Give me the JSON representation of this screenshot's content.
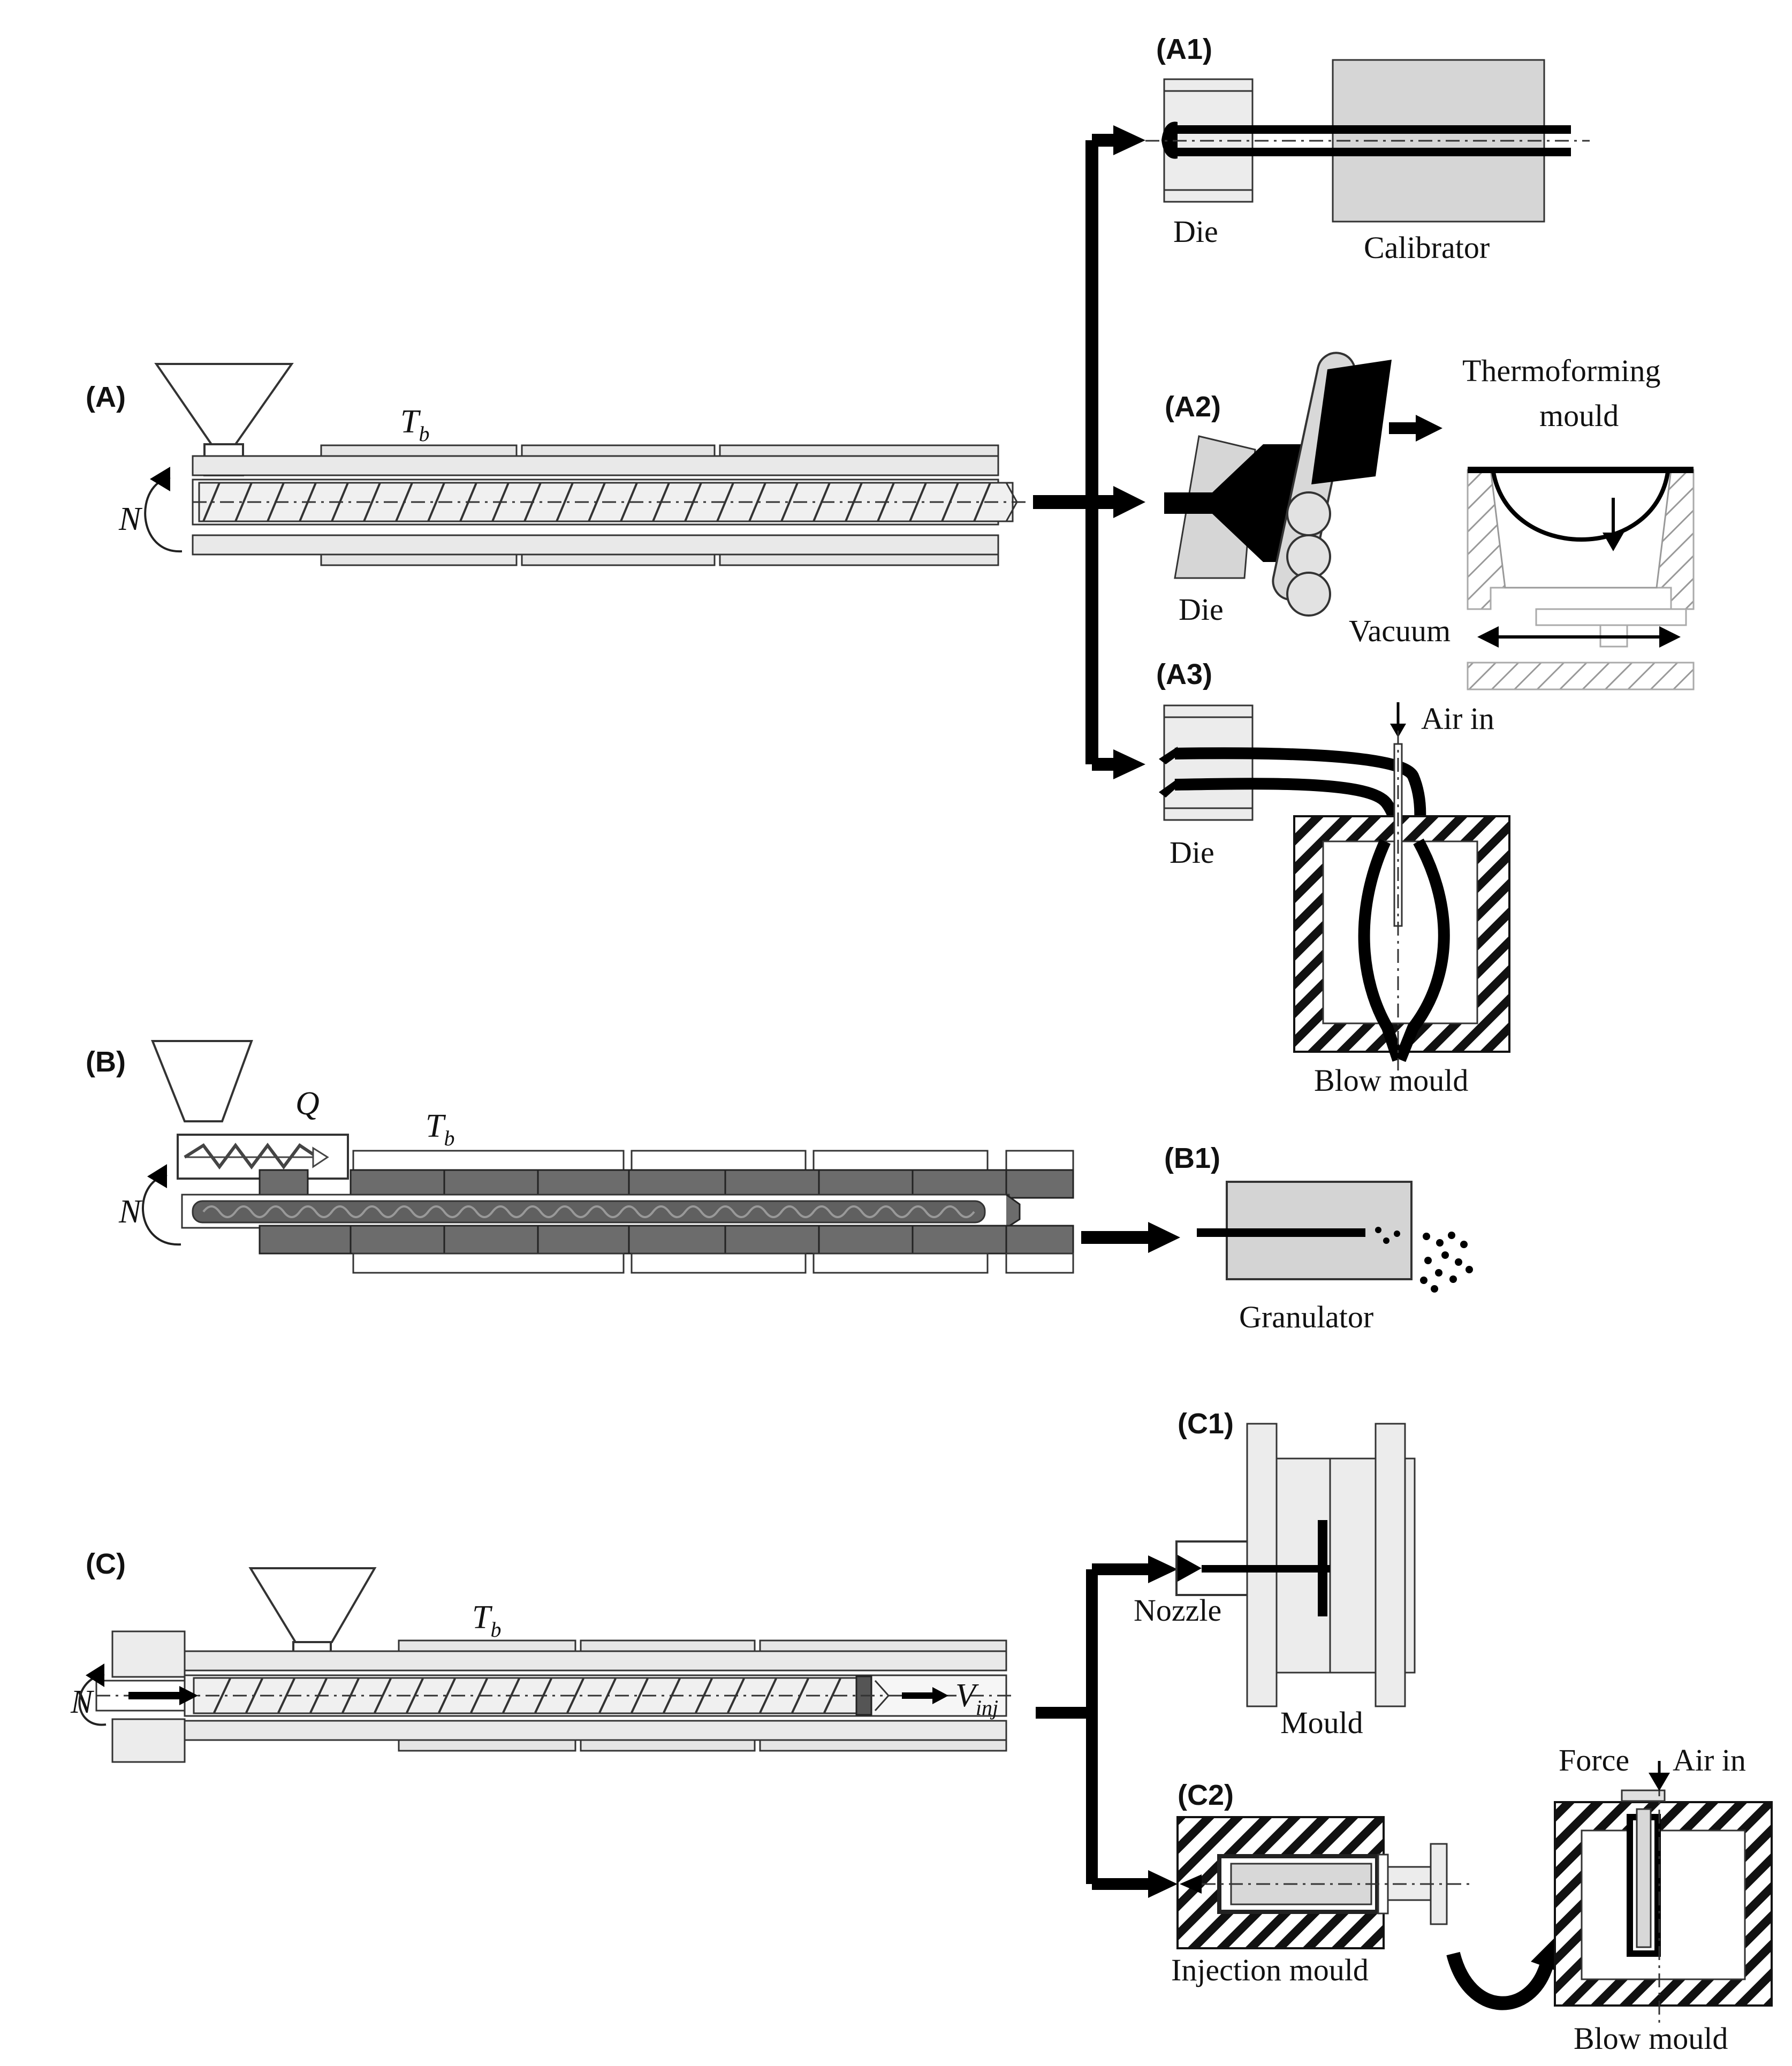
{
  "sections": {
    "A": {
      "label": "(A)",
      "barrel_temp_symbol": "T",
      "barrel_temp_subscript": "b",
      "screw_speed_symbol": "N"
    },
    "A1": {
      "label": "(A1)",
      "die": "Die",
      "calibrator": "Calibrator"
    },
    "A2": {
      "label": "(A2)",
      "die": "Die",
      "mould_line1": "Thermoforming",
      "mould_line2": "mould",
      "vacuum": "Vacuum"
    },
    "A3": {
      "label": "(A3)",
      "die": "Die",
      "air_in": "Air in",
      "blow_mould": "Blow mould"
    },
    "B": {
      "label": "(B)",
      "feed_symbol": "Q",
      "barrel_temp_symbol": "T",
      "barrel_temp_subscript": "b",
      "screw_speed_symbol": "N"
    },
    "B1": {
      "label": "(B1)",
      "granulator": "Granulator"
    },
    "C": {
      "label": "(C)",
      "barrel_temp_symbol": "T",
      "barrel_temp_subscript": "b",
      "screw_speed_symbol": "N",
      "velocity_symbol": "V",
      "velocity_subscript": "inj"
    },
    "C1": {
      "label": "(C1)",
      "nozzle": "Nozzle",
      "mould": "Mould"
    },
    "C2": {
      "label": "(C2)",
      "injection_mould": "Injection mould",
      "force": "Force",
      "air_in": "Air in",
      "blow_mould": "Blow mould"
    }
  }
}
